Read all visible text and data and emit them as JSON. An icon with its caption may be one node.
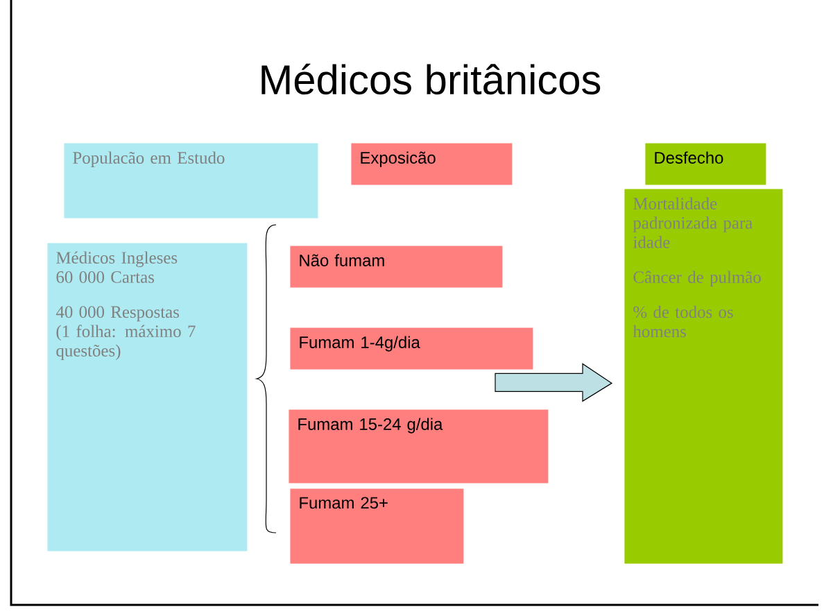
{
  "diagram": {
    "title": "Médicos britânicos",
    "nodes": [
      {
        "text": [
          "Populacão em Estudo"
        ]
      },
      {
        "text": [
          "Exposicão"
        ]
      },
      {
        "text": [
          "Desfecho"
        ]
      },
      {
        "text": [
          "Médicos Ingleses",
          "60 000 Cartas",
          "40 000 Respostas (1 folha: máximo 7 questões)"
        ]
      },
      {
        "text": [
          "Não fumam"
        ]
      },
      {
        "text": [
          "Fumam 1-4g/dia"
        ]
      },
      {
        "text": [
          "Fumam 15-24 g/dia"
        ]
      },
      {
        "text": [
          "Fumam 25+"
        ]
      },
      {
        "text": [
          "Mortalidade padronizada para idade",
          "Câncer de pulmão",
          "% de todos os homens"
        ]
      }
    ],
    "edges": [
      {
        "from": null,
        "to": 8,
        "arrow": "to"
      }
    ]
  }
}
